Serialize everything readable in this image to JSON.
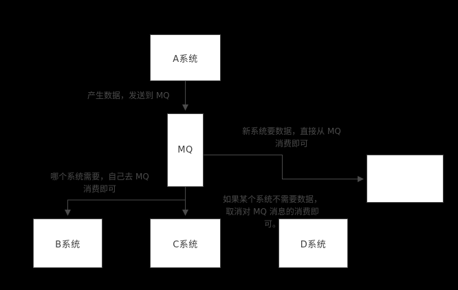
{
  "diagram": {
    "nodes": {
      "system_a": {
        "label": "A系统"
      },
      "mq": {
        "label": "MQ"
      },
      "system_b": {
        "label": "B系统"
      },
      "system_c": {
        "label": "C系统"
      },
      "system_d": {
        "label": "D系统"
      },
      "new_system": {
        "label": ""
      }
    },
    "edge_labels": {
      "produce": "产生数据，发送到 MQ",
      "new_system_note": "新系统要数据，直接从 MQ\n消费即可",
      "consume_note": "哪个系统需要，自己去 MQ\n消费即可",
      "cancel_note": "如果某个系统不需要数据，\n取消对 MQ 消息的消费即\n可。"
    },
    "colors": {
      "background": "#000000",
      "node_fill": "#ffffff",
      "stroke": "#4b4b4b",
      "node_text": "#3d3d3d",
      "label_text": "#4b4b4b"
    }
  }
}
